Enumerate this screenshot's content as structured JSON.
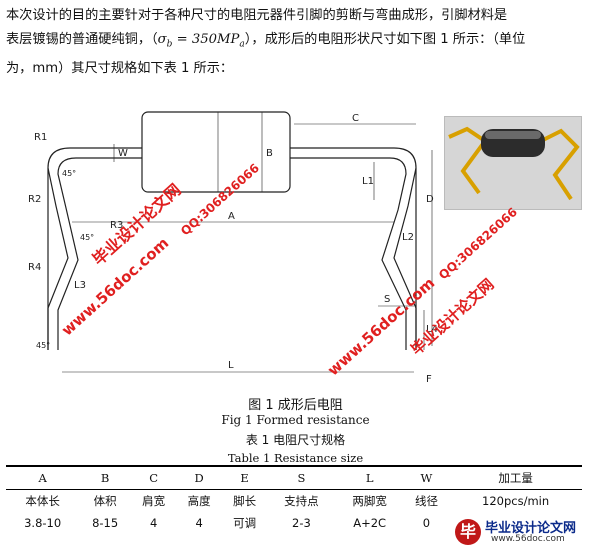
{
  "intro": {
    "line1": "本次设计的目的主要针对于各种尺寸的电阻元器件引脚的剪断与弯曲成形，引脚材料是",
    "line2_a": "表层镀锡的普通硬纯铜，（",
    "formula": "σ",
    "formula_sub": "b",
    "formula_rest": " = 350MP",
    "formula_sub2": "a",
    "line2_b": "），成形后的电阻形状尺寸如下图 1 所示：（单位",
    "line3": "为，mm）其尺寸规格如下表 1 所示："
  },
  "figure": {
    "labels": {
      "R1": "R1",
      "R2": "R2",
      "R3": "R3",
      "R4": "R4",
      "W": "W",
      "B": "B",
      "C": "C",
      "A": "A",
      "D": "D",
      "L1": "L1",
      "L2": "L2",
      "L3": "L3",
      "L4": "L4",
      "S": "S",
      "L": "L",
      "F": "F",
      "angle1": "45°",
      "angle2": "45°",
      "angle3": "45°"
    }
  },
  "watermarks": {
    "site_cn": "毕业设计论文网",
    "qq": "QQ:306826066",
    "url": "www.56doc.com"
  },
  "captions": {
    "fig_cn": "图 1 成形后电阻",
    "fig_en": "Fig 1 Formed resistance",
    "table_cn": "表 1  电阻尺寸规格",
    "table_en": "Table 1     Resistance size"
  },
  "table": {
    "headers": [
      "A",
      "B",
      "C",
      "D",
      "E",
      "S",
      "L",
      "W",
      "加工量"
    ],
    "row_names": [
      "本体长",
      "体积",
      "肩宽",
      "高度",
      "脚长",
      "支持点",
      "两脚宽",
      "线径",
      "120pcs/min"
    ],
    "row_values": [
      "3.8-10",
      "8-15",
      "4",
      "4",
      "可调",
      "2-3",
      "A+2C",
      "0",
      ""
    ]
  },
  "logo": {
    "mark": "毕",
    "name": "毕业设计论文网",
    "url": "www.56doc.com"
  }
}
